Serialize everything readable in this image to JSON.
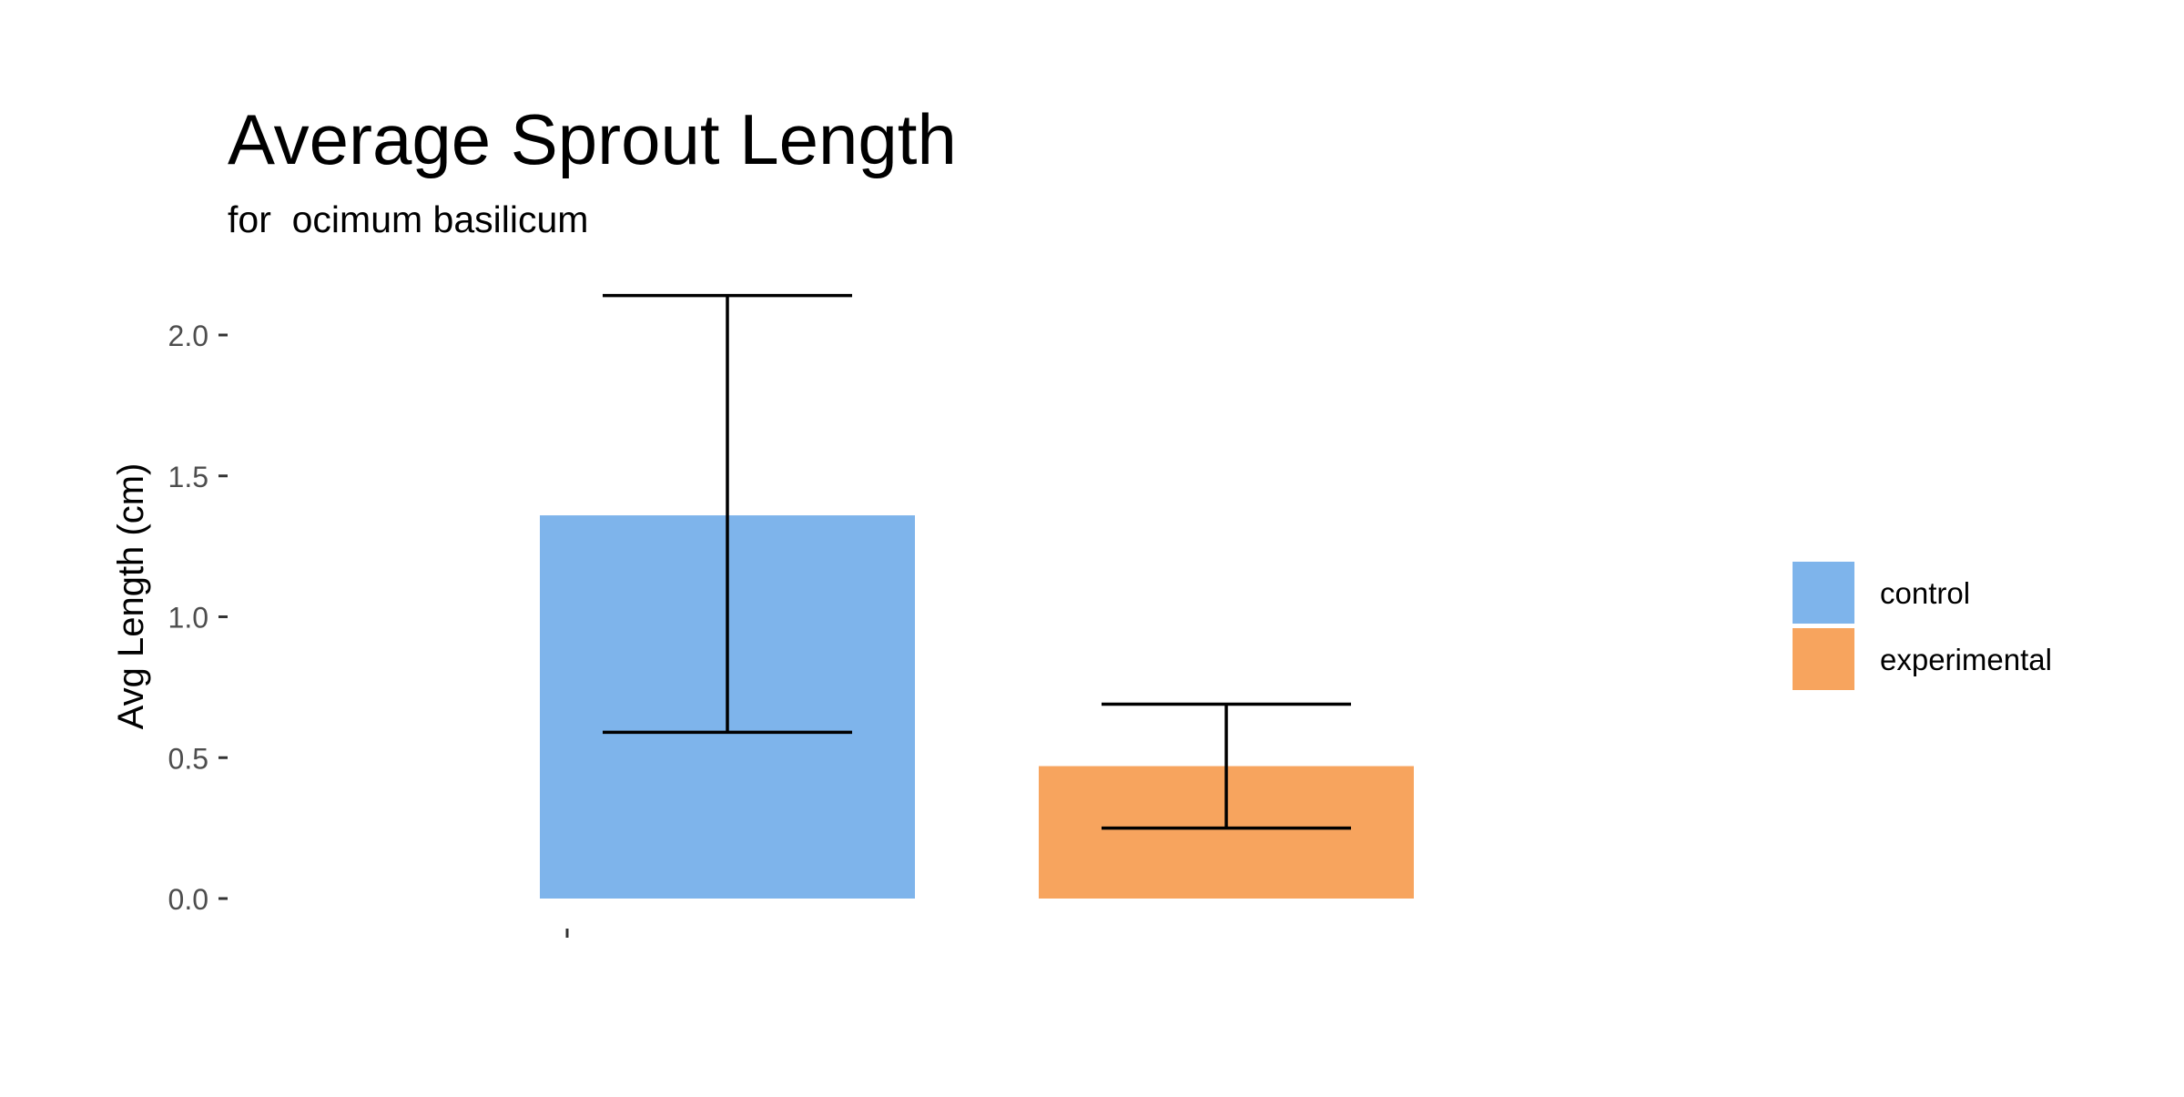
{
  "chart_data": {
    "type": "bar",
    "title": "Average Sprout Length",
    "subtitle": "for  ocimum basilicum",
    "xlabel": "",
    "ylabel": "Avg Length (cm)",
    "ylim": [
      0,
      2.15
    ],
    "yticks": [
      0.0,
      0.5,
      1.0,
      1.5,
      2.0
    ],
    "ytick_labels": [
      "0.0",
      "0.5",
      "1.0",
      "1.5",
      "2.0"
    ],
    "categories": [
      ""
    ],
    "series": [
      {
        "name": "control",
        "values": [
          1.36
        ],
        "error_low": [
          0.59
        ],
        "error_high": [
          2.14
        ],
        "color": "#7EB4EB"
      },
      {
        "name": "experimental",
        "values": [
          0.47
        ],
        "error_low": [
          0.25
        ],
        "error_high": [
          0.69
        ],
        "color": "#F7A45E"
      }
    ],
    "grid": false,
    "legend": {
      "position": "right",
      "entries": [
        "control",
        "experimental"
      ]
    }
  }
}
